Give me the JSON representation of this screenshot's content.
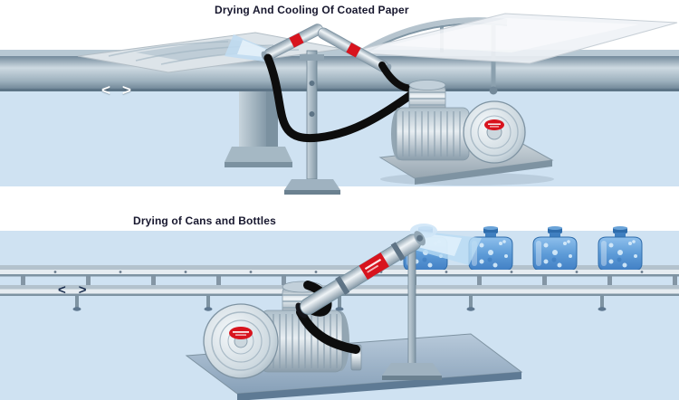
{
  "page": {
    "background": "#ffffff"
  },
  "sections": [
    {
      "id": "paper-drying",
      "title": "Drying And Cooling Of Coated Paper",
      "nav": {
        "prev": "<",
        "next": ">"
      }
    },
    {
      "id": "cans-bottles-drying",
      "title": "Drying of Cans and Bottles",
      "nav": {
        "prev": "<",
        "next": ">"
      }
    }
  ],
  "counts": {
    "bottles": 4
  },
  "colors": {
    "accent_red": "#d8141e",
    "panel_blue": "#cfe2f2",
    "steel_gray": "#9fb2c0",
    "hose_black": "#0d0d0d",
    "bottle_blue": "#4a8fd0",
    "spray_blue": "#bfdcf2"
  }
}
